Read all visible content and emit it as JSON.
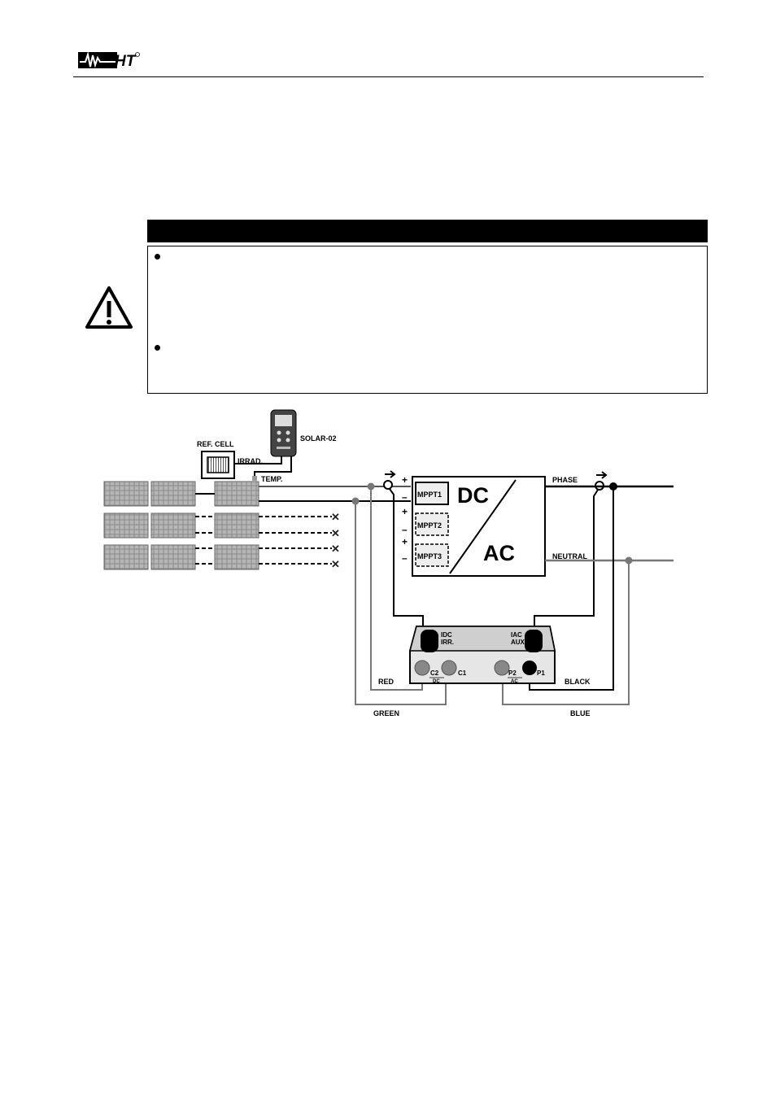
{
  "header": {
    "brand": "HT"
  },
  "warning": {
    "icon": "warning-triangle-icon"
  },
  "diagram": {
    "ref_cell": "REF. CELL",
    "irrad": "IRRAD.",
    "temp": "TEMP.",
    "solar_device": "SOLAR-02",
    "plus": "+",
    "minus": "–",
    "mppt1": "MPPT1",
    "mppt2": "MPPT2",
    "mppt3": "MPPT3",
    "dc": "DC",
    "ac": "AC",
    "phase": "PHASE",
    "neutral": "NEUTRAL",
    "idc": "IDC",
    "irr": "IRR.",
    "iac": "IAC",
    "aux": "AUX",
    "c2": "C2",
    "c1": "C1",
    "p2": "P2",
    "p1": "P1",
    "dc_small": "DC",
    "ac_small": "AC",
    "red": "RED",
    "green": "GREEN",
    "black": "BLACK",
    "blue": "BLUE",
    "cross": "✕"
  }
}
